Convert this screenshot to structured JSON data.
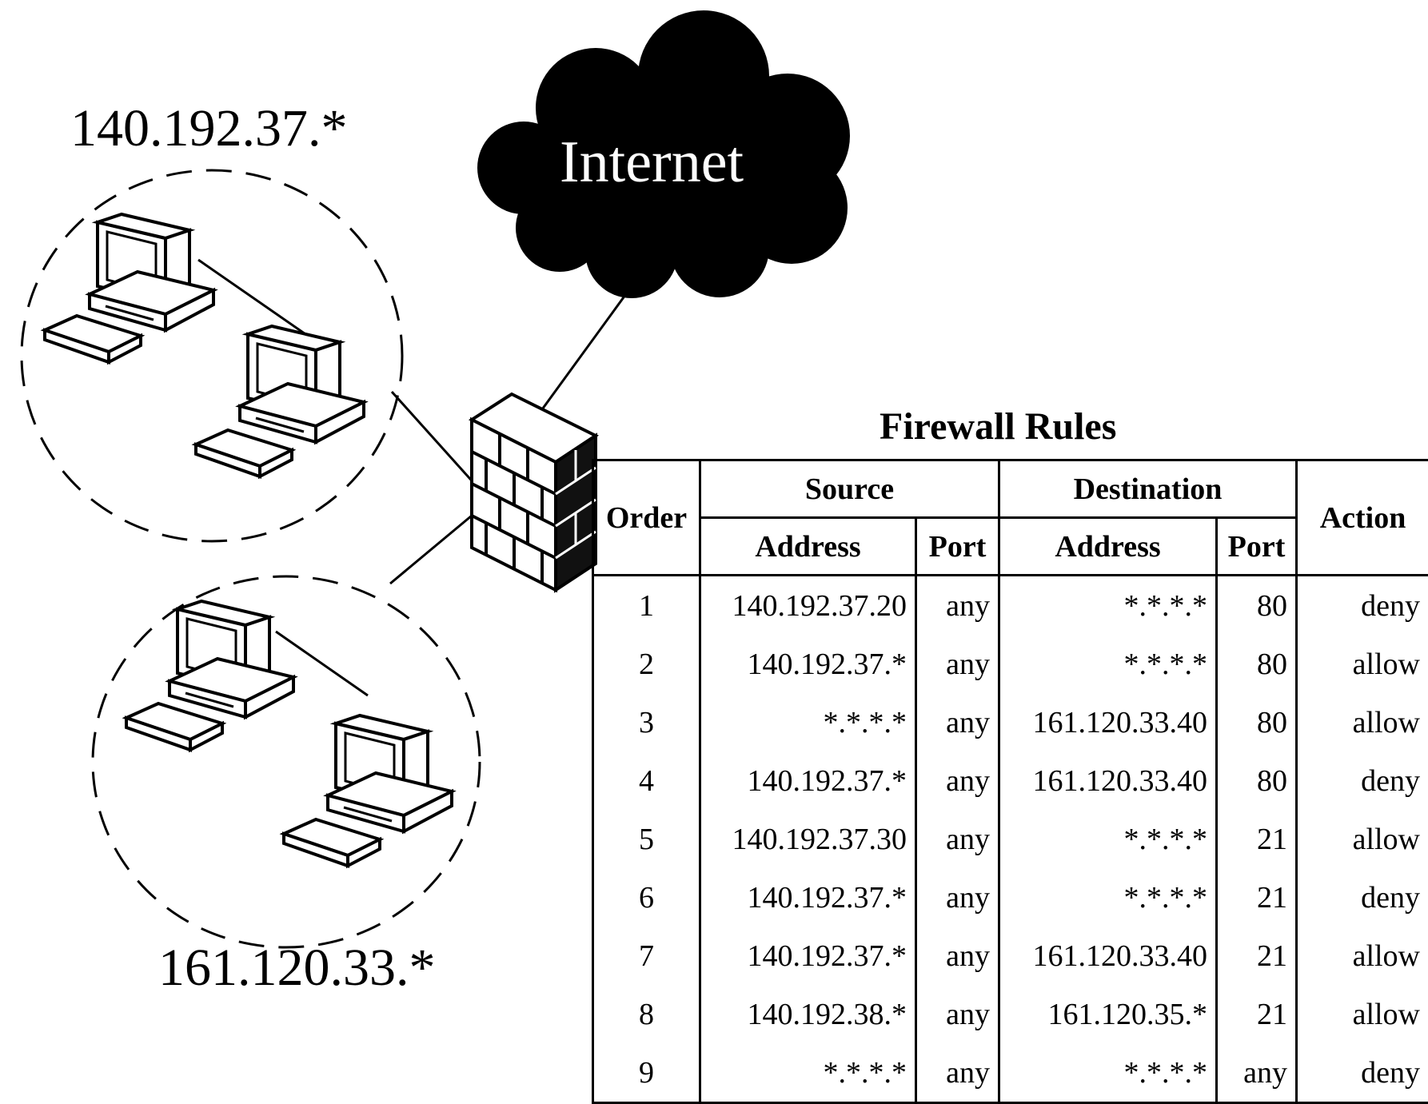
{
  "cloud": {
    "label": "Internet"
  },
  "subnets": {
    "top": "140.192.37.*",
    "bottom": "161.120.33.*"
  },
  "table": {
    "title": "Firewall Rules",
    "headers": {
      "order": "Order",
      "source": "Source",
      "destination": "Destination",
      "action": "Action",
      "address": "Address",
      "port": "Port"
    },
    "rows": [
      {
        "order": "1",
        "src_address": "140.192.37.20",
        "src_port": "any",
        "dst_address": "*.*.*.*",
        "dst_port": "80",
        "action": "deny"
      },
      {
        "order": "2",
        "src_address": "140.192.37.*",
        "src_port": "any",
        "dst_address": "*.*.*.*",
        "dst_port": "80",
        "action": "allow"
      },
      {
        "order": "3",
        "src_address": "*.*.*.*",
        "src_port": "any",
        "dst_address": "161.120.33.40",
        "dst_port": "80",
        "action": "allow"
      },
      {
        "order": "4",
        "src_address": "140.192.37.*",
        "src_port": "any",
        "dst_address": "161.120.33.40",
        "dst_port": "80",
        "action": "deny"
      },
      {
        "order": "5",
        "src_address": "140.192.37.30",
        "src_port": "any",
        "dst_address": "*.*.*.*",
        "dst_port": "21",
        "action": "allow"
      },
      {
        "order": "6",
        "src_address": "140.192.37.*",
        "src_port": "any",
        "dst_address": "*.*.*.*",
        "dst_port": "21",
        "action": "deny"
      },
      {
        "order": "7",
        "src_address": "140.192.37.*",
        "src_port": "any",
        "dst_address": "161.120.33.40",
        "dst_port": "21",
        "action": "allow"
      },
      {
        "order": "8",
        "src_address": "140.192.38.*",
        "src_port": "any",
        "dst_address": "161.120.35.*",
        "dst_port": "21",
        "action": "allow"
      },
      {
        "order": "9",
        "src_address": "*.*.*.*",
        "src_port": "any",
        "dst_address": "*.*.*.*",
        "dst_port": "any",
        "action": "deny"
      }
    ]
  }
}
